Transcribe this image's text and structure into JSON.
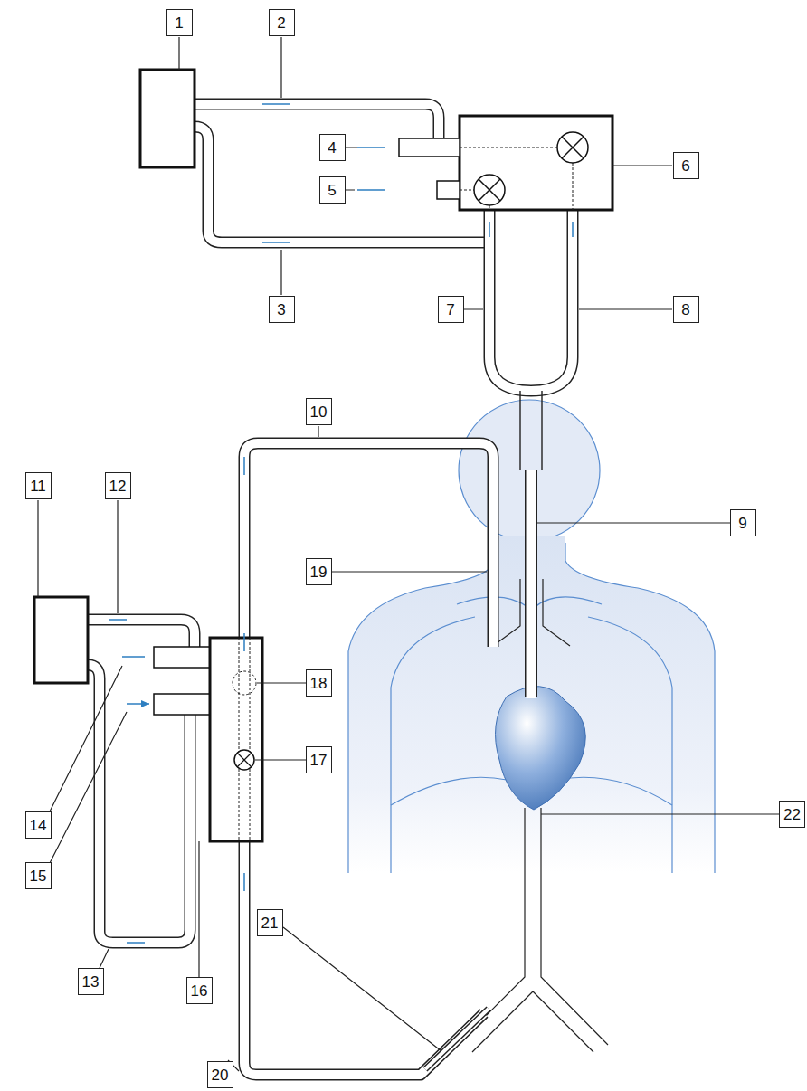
{
  "diagram": {
    "nodes": [
      {
        "text": [
          "1"
        ]
      },
      {
        "text": [
          "2"
        ]
      },
      {
        "text": [
          "3"
        ]
      },
      {
        "text": [
          "4"
        ]
      },
      {
        "text": [
          "5"
        ]
      },
      {
        "text": [
          "6"
        ]
      },
      {
        "text": [
          "7"
        ]
      },
      {
        "text": [
          "8"
        ]
      },
      {
        "text": [
          "9"
        ]
      },
      {
        "text": [
          "10"
        ]
      },
      {
        "text": [
          "11"
        ]
      },
      {
        "text": [
          "12"
        ]
      },
      {
        "text": [
          "13"
        ]
      },
      {
        "text": [
          "14"
        ]
      },
      {
        "text": [
          "15"
        ]
      },
      {
        "text": [
          "16"
        ]
      },
      {
        "text": [
          "17"
        ]
      },
      {
        "text": [
          "18"
        ]
      },
      {
        "text": [
          "19"
        ]
      },
      {
        "text": [
          "20"
        ]
      },
      {
        "text": [
          "21"
        ]
      },
      {
        "text": [
          "22"
        ]
      }
    ]
  }
}
